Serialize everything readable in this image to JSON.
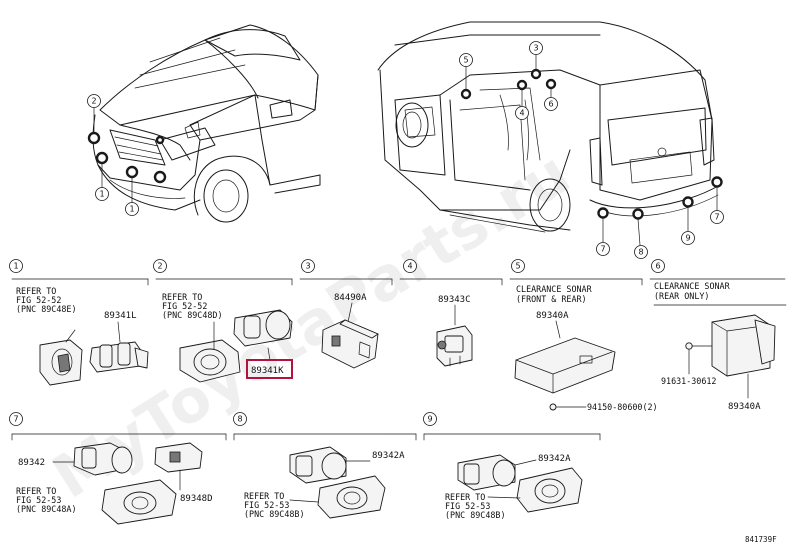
{
  "watermark": "MyToyotaParts.ru",
  "overview_front": {
    "callouts": [
      "2",
      "1",
      "1"
    ]
  },
  "overview_rear": {
    "callouts": [
      "5",
      "3",
      "4",
      "6",
      "7",
      "8",
      "9",
      "7"
    ]
  },
  "sections": [
    {
      "id": "1",
      "ref": [
        "REFER TO",
        "FIG 52-52",
        "(PNC 89C48E)"
      ],
      "parts": [
        "89341L"
      ]
    },
    {
      "id": "2",
      "ref": [
        "REFER TO",
        "FIG 52-52",
        "(PNC 89C48D)"
      ],
      "parts": [
        "89341K"
      ],
      "highlight": "89341K"
    },
    {
      "id": "3",
      "parts": [
        "84490A"
      ]
    },
    {
      "id": "4",
      "parts": [
        "89343C"
      ]
    },
    {
      "id": "5",
      "heading": [
        "CLEARANCE SONAR",
        "(FRONT & REAR)"
      ],
      "parts": [
        "89340A",
        "94150-80600(2)"
      ]
    },
    {
      "id": "6",
      "heading": [
        "CLEARANCE SONAR",
        "(REAR ONLY)"
      ],
      "parts": [
        "91631-30612",
        "89340A"
      ]
    },
    {
      "id": "7",
      "ref": [
        "REFER TO",
        "FIG 52-53",
        "(PNC 89C48A)"
      ],
      "parts": [
        "89342",
        "89348D"
      ]
    },
    {
      "id": "8",
      "ref": [
        "REFER TO",
        "FIG 52-53",
        "(PNC 89C48B)"
      ],
      "parts": [
        "89342A"
      ]
    },
    {
      "id": "9",
      "ref": [
        "REFER TO",
        "FIG 52-53",
        "(PNC 89C48B)"
      ],
      "parts": [
        "89342A"
      ]
    }
  ],
  "figure_code": "841739F"
}
